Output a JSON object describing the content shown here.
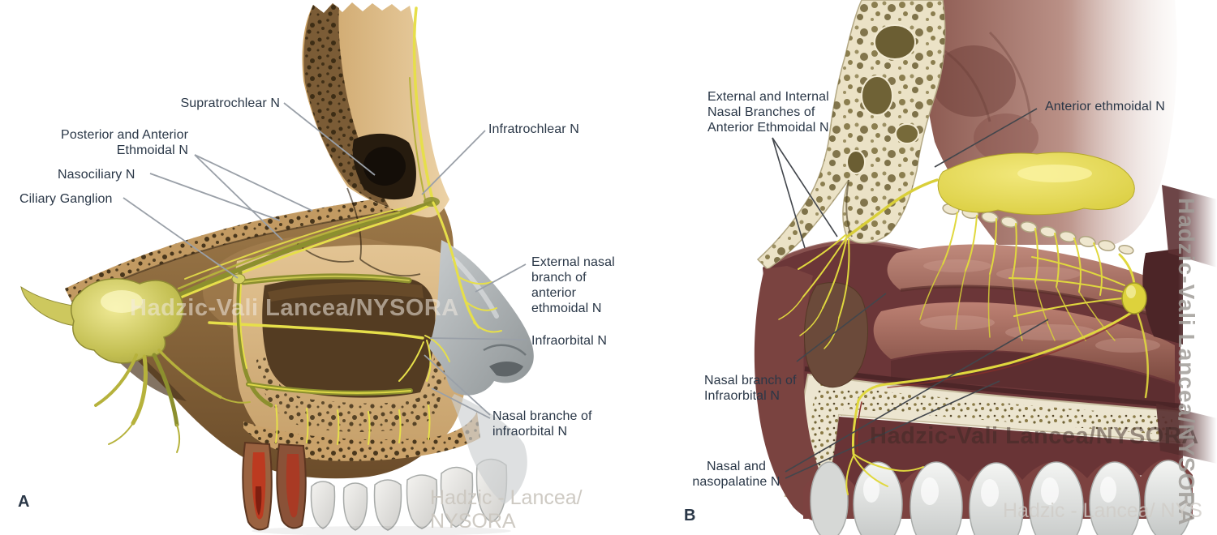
{
  "figure": {
    "panel_a": {
      "letter": "A",
      "labels": {
        "supratrochlear": "Supratrochlear N",
        "posterior_anterior_ethmoidal": "Posterior and Anterior\nEthmoidal N",
        "nasociliary": "Nasociliary N",
        "ciliary_ganglion": "Ciliary Ganglion",
        "infratrochlear": "Infratrochlear N",
        "external_nasal_branch": "External nasal\nbranch of\nanterior\nethmoidal N",
        "infraorbital": "Infraorbital N",
        "nasal_branche_infraorbital": "Nasal branche of\ninfraorbital N"
      },
      "watermarks": {
        "center": "Hadzic-Vali Lancea/NYSORA",
        "bottom": "Hadzic - Lancea/ NYSORA"
      }
    },
    "panel_b": {
      "letter": "B",
      "labels": {
        "ext_int_nasal_branches": "External and Internal\nNasal Branches of\nAnterior Ethmoidal N",
        "anterior_ethmoidal": "Anterior ethmoidal N",
        "nasal_branch_infraorbital": "Nasal branch of\nInfraorbital N",
        "nasal_nasopalatine": "Nasal and\nnasopalatine N"
      },
      "watermarks": {
        "center": "Hadzic-Vali Lancea/NYSORA",
        "right_vertical": "Hadzic-Vali Lancea/NYSORA",
        "bottom": "Hadzic - Lancea/ NYS"
      }
    },
    "colors": {
      "label_text": "#2a3747",
      "leader_line_a": "#9aa0a8",
      "leader_line_b": "#42464c",
      "nerve_yellow": "#e6df4a",
      "nerve_olive": "#8c8f2e",
      "bone_tan": "#d8b88c",
      "bone_cream": "#ebe2c6",
      "mucosa_maroon": "#6b3638",
      "nose_gray": "#a7adb0",
      "pulp_red": "#bc3a20"
    }
  }
}
